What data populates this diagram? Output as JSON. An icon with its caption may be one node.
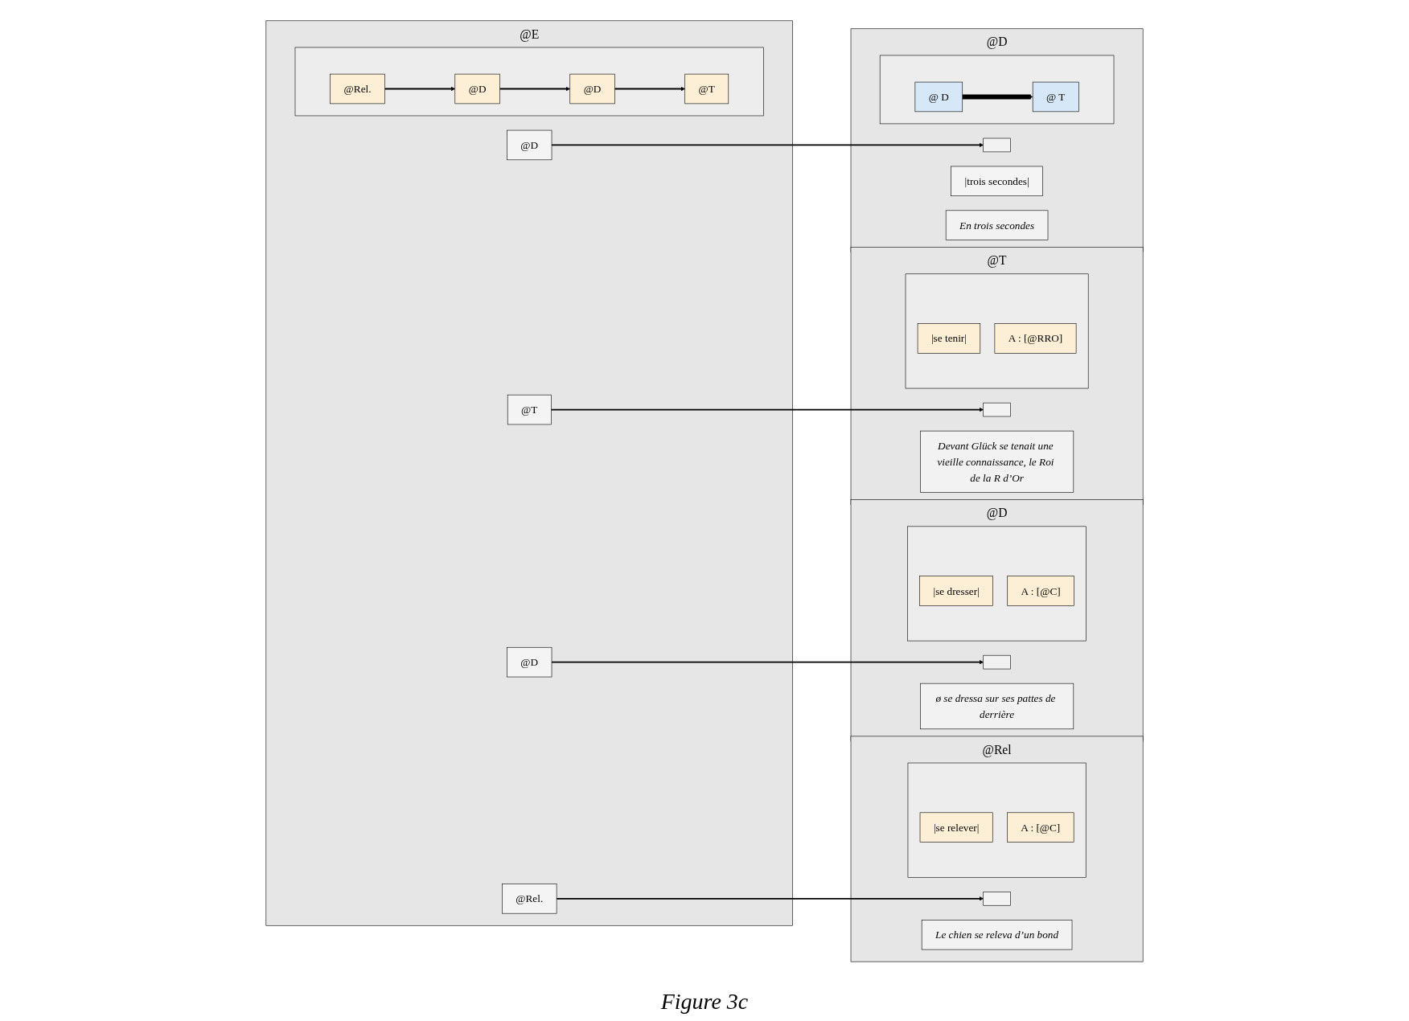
{
  "diagram": {
    "caption": "Figure 3c",
    "nodes": [
      {
        "text": [
          "@Rel"
        ]
      },
      {
        "text": [],
        "shape": "box",
        "in": 0
      },
      {
        "text": [],
        "shape": "box",
        "in": 0
      },
      {
        "text": [
          "|se relever|"
        ],
        "in": 2
      },
      {
        "text": [
          "A : [@C]"
        ],
        "in": 2
      },
      {
        "text": [
          "Le chien se releva d’un bond"
        ],
        "in": 0
      },
      {
        "text": [
          "@E"
        ]
      },
      {
        "text": [
          "@Rel."
        ],
        "in": 6
      },
      {
        "text": [
          "@D"
        ],
        "in": 6
      },
      {
        "text": [
          "@D"
        ],
        "in": 6
      },
      {
        "text": [
          "@T"
        ],
        "in": 6
      },
      {
        "text": [],
        "shape": "box",
        "in": 6
      },
      {
        "text": [
          "@Rel."
        ],
        "in": 11
      },
      {
        "text": [
          "@D"
        ],
        "in": 11
      },
      {
        "text": [
          "@D"
        ],
        "in": 11
      },
      {
        "text": [
          "@T"
        ],
        "in": 11
      },
      {
        "text": [
          "@D"
        ]
      },
      {
        "text": [],
        "shape": "box",
        "in": 16
      },
      {
        "text": [],
        "shape": "box",
        "in": 16
      },
      {
        "text": [
          "|se dresser|"
        ],
        "in": 18
      },
      {
        "text": [
          "A : [@C]"
        ],
        "in": 18
      },
      {
        "text": [
          "ø se dressa sur ses pattes de derrière"
        ],
        "in": 16
      },
      {
        "text": [
          "@T"
        ]
      },
      {
        "text": [],
        "shape": "box",
        "in": 22
      },
      {
        "text": [],
        "shape": "box",
        "in": 22
      },
      {
        "text": [
          "|se tenir|"
        ],
        "in": 24
      },
      {
        "text": [
          "A : [@RRO]"
        ],
        "in": 24
      },
      {
        "text": [
          "Devant Glück se tenait une vieille connaissance, le Roi de la R d’Or"
        ],
        "in": 22
      },
      {
        "text": [
          "@D"
        ]
      },
      {
        "text": [],
        "shape": "box",
        "in": 28
      },
      {
        "text": [
          "|trois secondes|"
        ],
        "in": 28
      },
      {
        "text": [],
        "shape": "box",
        "in": 28
      },
      {
        "text": [
          "@ D"
        ],
        "in": 31
      },
      {
        "text": [
          "@ T"
        ],
        "in": 31
      },
      {
        "text": [
          "En trois secondes"
        ],
        "in": 28
      }
    ],
    "edges": [
      {
        "from": 7,
        "to": 1,
        "arrow": "to"
      },
      {
        "from": 8,
        "to": 17,
        "arrow": "to"
      },
      {
        "from": 9,
        "to": 29,
        "arrow": "to"
      },
      {
        "from": 10,
        "to": 23,
        "arrow": "to"
      },
      {
        "from": 12,
        "to": 13,
        "arrow": "to"
      },
      {
        "from": 13,
        "to": 14,
        "arrow": "to"
      },
      {
        "from": 14,
        "to": 15,
        "arrow": "to"
      },
      {
        "from": 32,
        "to": 33,
        "arrow": "to",
        "style": "thick"
      }
    ]
  }
}
